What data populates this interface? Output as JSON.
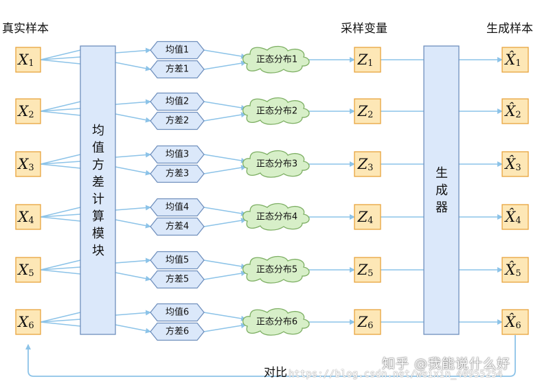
{
  "headers": {
    "real_samples": "真实样本",
    "sampled_vars": "采样变量",
    "generated_samples": "生成样本"
  },
  "modules": {
    "mean_var_module": "均值方差计算模块",
    "generator": "生成器"
  },
  "rows": [
    {
      "x": "X",
      "sub": "1",
      "mean": "均值1",
      "var": "方差1",
      "normal": "正态分布1",
      "z": "Z",
      "zsub": "1",
      "xhat": "X̂",
      "xhatsub": "1"
    },
    {
      "x": "X",
      "sub": "2",
      "mean": "均值2",
      "var": "方差2",
      "normal": "正态分布2",
      "z": "Z",
      "zsub": "2",
      "xhat": "X̂",
      "xhatsub": "2"
    },
    {
      "x": "X",
      "sub": "3",
      "mean": "均值3",
      "var": "方差3",
      "normal": "正态分布3",
      "z": "Z",
      "zsub": "3",
      "xhat": "X̂",
      "xhatsub": "3"
    },
    {
      "x": "X",
      "sub": "4",
      "mean": "均值4",
      "var": "方差4",
      "normal": "正态分布4",
      "z": "Z",
      "zsub": "4",
      "xhat": "X̂",
      "xhatsub": "4"
    },
    {
      "x": "X",
      "sub": "5",
      "mean": "均值5",
      "var": "方差5",
      "normal": "正态分布5",
      "z": "Z",
      "zsub": "5",
      "xhat": "X̂",
      "xhatsub": "5"
    },
    {
      "x": "X",
      "sub": "6",
      "mean": "均值6",
      "var": "方差6",
      "normal": "正态分布6",
      "z": "Z",
      "zsub": "6",
      "xhat": "X̂",
      "xhatsub": "6"
    }
  ],
  "compare_label": "对比",
  "watermark": {
    "zhihu": "知乎 @我能说什么好",
    "url": "https://blog.csdn.net/weixin_40955254"
  },
  "colors": {
    "orange_fill": "#fde7b6",
    "orange_stroke": "#e8a33d",
    "blue_fill": "#dbe8fa",
    "blue_stroke": "#6f8fbd",
    "green_fill": "#d7efc8",
    "green_stroke": "#7cae62",
    "arrow": "#8cc3e8"
  }
}
